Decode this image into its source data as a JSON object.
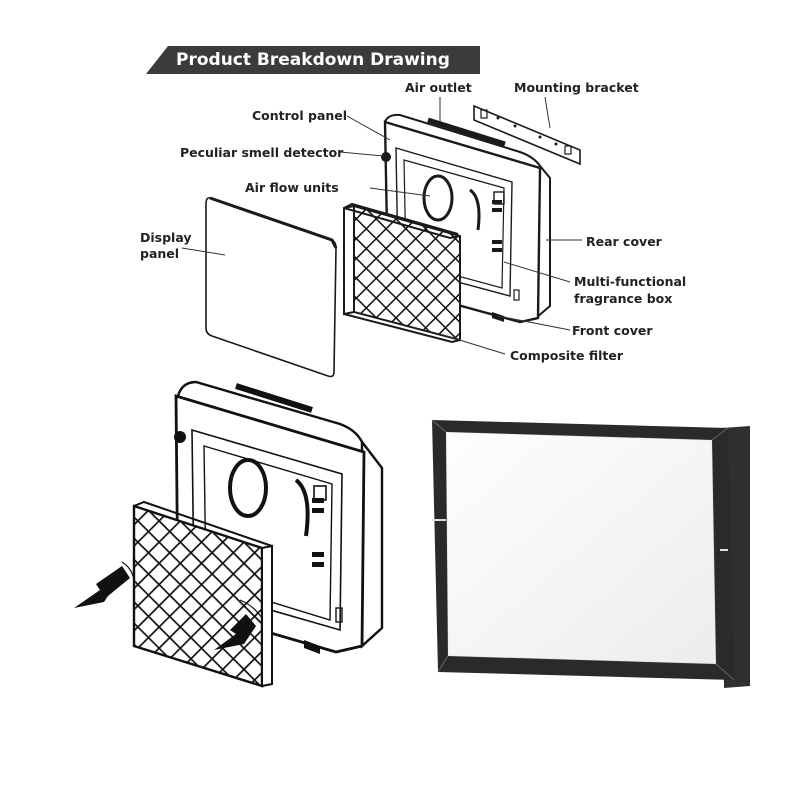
{
  "title": "Product Breakdown Drawing",
  "labels": {
    "air_outlet": "Air outlet",
    "mounting_bracket": "Mounting bracket",
    "control_panel": "Control panel",
    "smell_detector": "Peculiar smell detector",
    "air_flow_units": "Air flow units",
    "display_panel_1": "Display",
    "display_panel_2": "panel",
    "rear_cover": "Rear cover",
    "fragrance_box_1": "Multi-functional",
    "fragrance_box_2": "fragrance box",
    "front_cover": "Front cover",
    "composite_filter": "Composite filter"
  },
  "colors": {
    "banner_bg": "#3b3b3b",
    "banner_text": "#ffffff",
    "line": "#1a1a1a",
    "filter_frame": "#2a2a2a",
    "filter_media": "#f4f4f4"
  }
}
